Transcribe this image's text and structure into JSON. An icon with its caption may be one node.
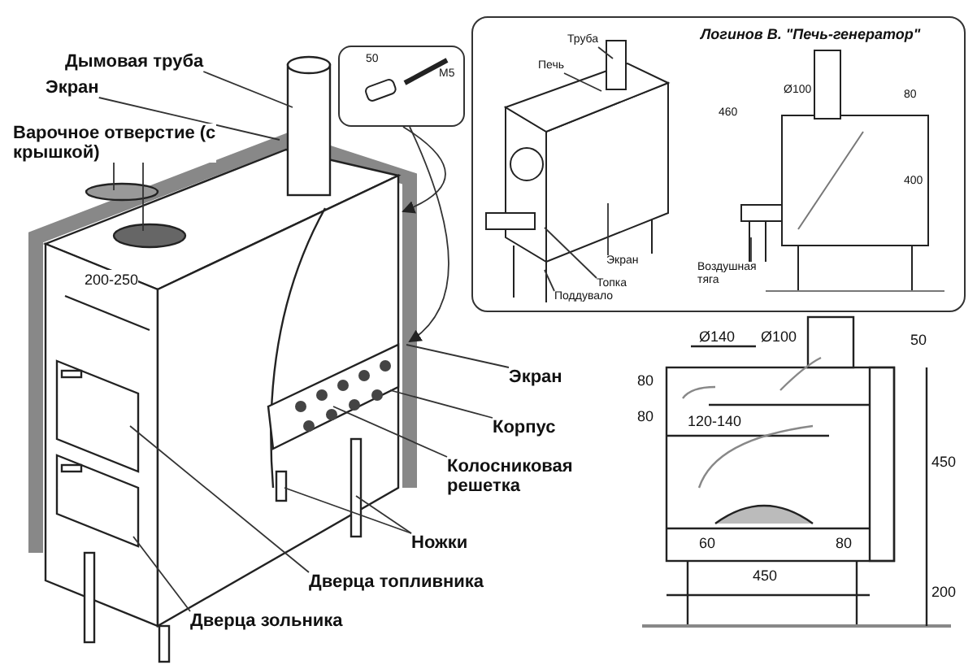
{
  "diagram": {
    "nodes": [
      {
        "text": [
          "Дымовая труба"
        ]
      },
      {
        "text": [
          "Экран"
        ]
      },
      {
        "text": [
          "Варочное отверстие (с крышкой)"
        ]
      },
      {
        "text": [],
        "shape": "picture"
      },
      {
        "text": [
          "Логинов В. \"Печь-генератор\""
        ]
      },
      {
        "text": [
          "Труба"
        ],
        "in": 4
      },
      {
        "text": [
          "Печь"
        ],
        "in": 4
      },
      {
        "text": [
          "Экран"
        ],
        "in": 4
      },
      {
        "text": [
          "Топка"
        ],
        "in": 4
      },
      {
        "text": [
          "Воздушная тяга"
        ],
        "in": 4
      },
      {
        "text": [
          "Поддувало"
        ],
        "in": 4
      },
      {
        "text": [
          "Экран"
        ]
      },
      {
        "text": [
          "Корпус"
        ]
      },
      {
        "text": [
          "Колосниковая решетка"
        ]
      },
      {
        "text": [
          "Ножки"
        ]
      },
      {
        "text": [
          "Дверца топливника"
        ]
      },
      {
        "text": [
          "Дверца зольника"
        ]
      }
    ],
    "edges": [
      {
        "from": 0,
        "to": null,
        "arrow": "none"
      },
      {
        "from": 1,
        "to": null,
        "arrow": "none"
      },
      {
        "from": 2,
        "to": null,
        "arrow": "none"
      },
      {
        "from": 2,
        "to": null,
        "arrow": "none"
      },
      {
        "from": 3,
        "to": null,
        "arrow": "to"
      },
      {
        "from": 3,
        "to": null,
        "arrow": "to"
      },
      {
        "from": 5,
        "to": null,
        "arrow": "none"
      },
      {
        "from": 6,
        "to": null,
        "arrow": "none"
      },
      {
        "from": 7,
        "to": null,
        "arrow": "none"
      },
      {
        "from": 8,
        "to": null,
        "arrow": "none"
      },
      {
        "from": 9,
        "to": null,
        "arrow": "none"
      },
      {
        "from": 10,
        "to": null,
        "arrow": "none"
      },
      {
        "from": 11,
        "to": null,
        "arrow": "none"
      },
      {
        "from": 12,
        "to": null,
        "arrow": "none"
      },
      {
        "from": 13,
        "to": null,
        "arrow": "none"
      },
      {
        "from": 14,
        "to": null,
        "arrow": "none"
      },
      {
        "from": 14,
        "to": null,
        "arrow": "none"
      },
      {
        "from": 15,
        "to": null,
        "arrow": "none"
      },
      {
        "from": 16,
        "to": null,
        "arrow": "none"
      }
    ],
    "labels": [
      "200-250",
      "50",
      "M5",
      "Ø100",
      "460",
      "80",
      "400",
      "Ø140",
      "Ø100",
      "50",
      "80",
      "80",
      "120-140",
      "450",
      "60",
      "80",
      "450",
      "200"
    ]
  }
}
